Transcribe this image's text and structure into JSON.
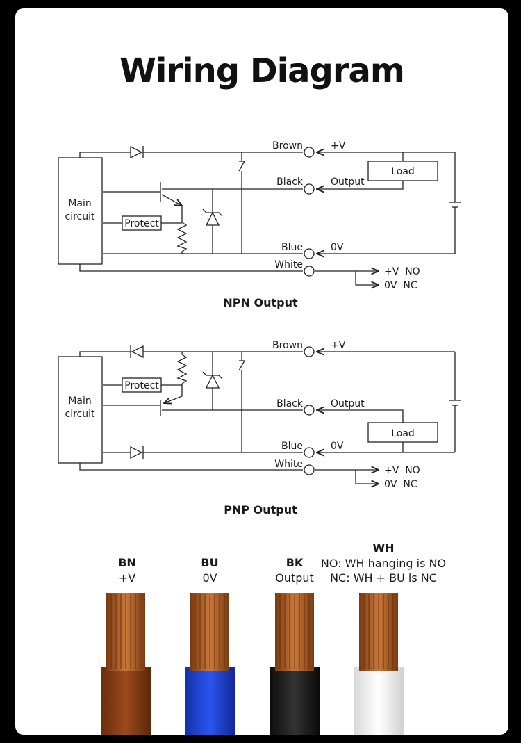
{
  "title": "Wiring Diagram",
  "npn": {
    "caption": "NPN Output",
    "main_circuit": [
      "Main",
      "circuit"
    ],
    "protect": "Protect",
    "brown": "Brown",
    "plus_v": "+V",
    "black": "Black",
    "output": "Output",
    "load": "Load",
    "blue": "Blue",
    "zero_v": "0V",
    "white": "White",
    "out_no": "+V  NO",
    "out_nc": "0V  NC"
  },
  "pnp": {
    "caption": "PNP Output",
    "main_circuit": [
      "Main",
      "circuit"
    ],
    "protect": "Protect",
    "brown": "Brown",
    "plus_v": "+V",
    "black": "Black",
    "output": "Output",
    "load": "Load",
    "blue": "Blue",
    "zero_v": "0V",
    "white": "White",
    "out_no": "+V  NO",
    "out_nc": "0V  NC"
  },
  "wires": [
    {
      "code": "BN",
      "desc": "+V",
      "color": "#8a3d14"
    },
    {
      "code": "BU",
      "desc": "0V",
      "color": "#1a3fd4"
    },
    {
      "code": "BK",
      "desc": "Output",
      "color": "#1b1b1b"
    },
    {
      "code": "WH",
      "desc": "NO: WH hanging is NO",
      "desc2": "NC: WH + BU is NC",
      "color": "#f2f2f2"
    }
  ],
  "copper_color": "#b4662c"
}
